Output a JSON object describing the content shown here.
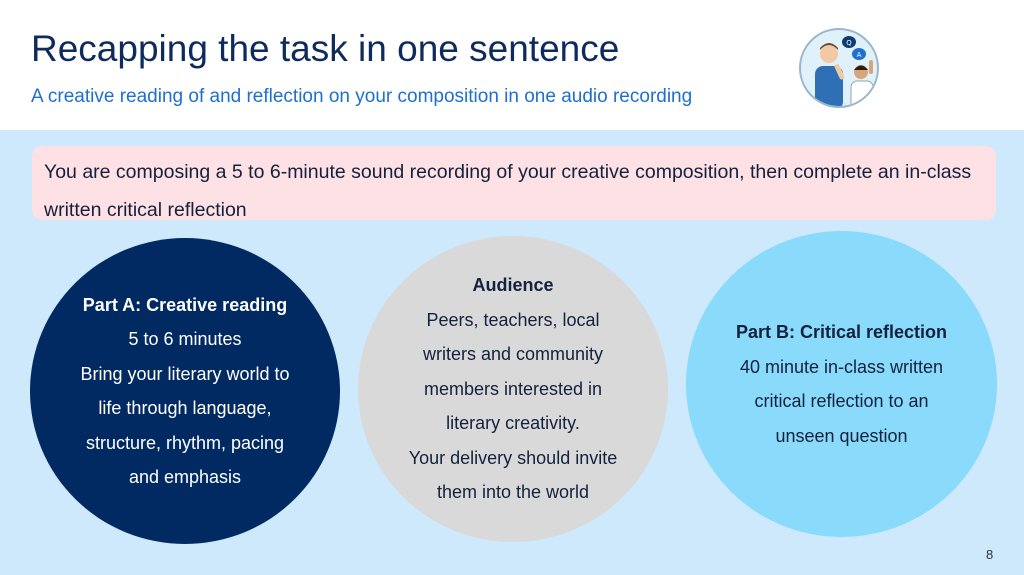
{
  "slide": {
    "title": "Recapping the task in one sentence",
    "subtitle": "A creative reading of and reflection on your composition in one audio recording",
    "callout": "You are composing a 5 to 6-minute sound recording of your creative composition, then complete an in-class written critical reflection",
    "page_number": "8"
  },
  "illustration": {
    "icon": "people-qa-icon",
    "bubble_q": "Q",
    "bubble_a": "A"
  },
  "circles": [
    {
      "heading": "Part A: Creative reading",
      "lines": [
        "5 to 6 minutes",
        "Bring your literary world to life through language, structure, rhythm, pacing and emphasis"
      ]
    },
    {
      "heading": "Audience",
      "lines": [
        "Peers, teachers, local writers and community members interested in literary creativity.",
        "Your delivery should invite them into the world"
      ]
    },
    {
      "heading": "Part B: Critical reflection",
      "lines": [
        "40 minute in-class written critical reflection to an unseen question"
      ]
    }
  ],
  "colors": {
    "title": "#0f2a5c",
    "subtitle": "#1f6fd1",
    "band": "#cde9fb",
    "callout_bg": "#fde1e4",
    "circle_a": "#012a62",
    "circle_audience": "#d9d9d9",
    "circle_b": "#89dafb"
  }
}
